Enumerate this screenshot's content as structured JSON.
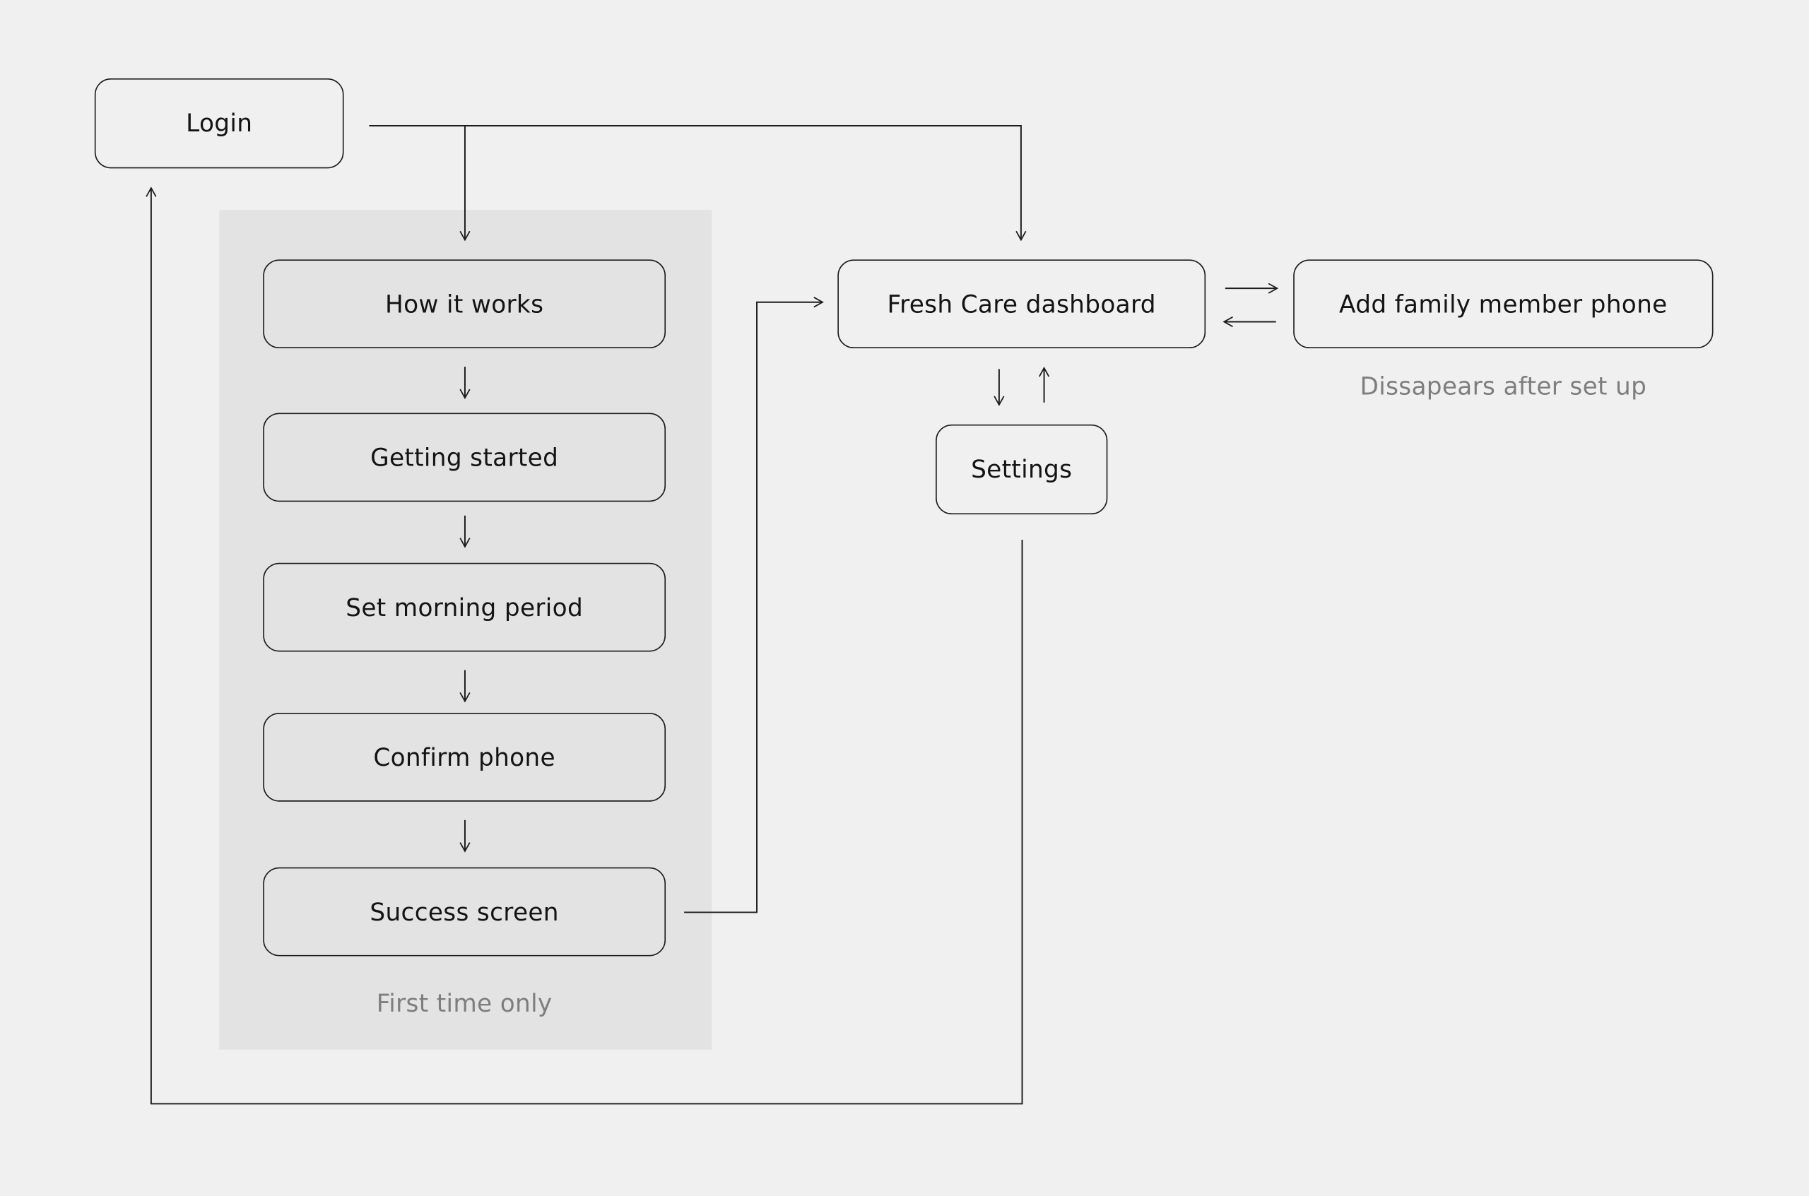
{
  "nodes": {
    "login": "Login",
    "how_it_works": "How it works",
    "getting_started": "Getting started",
    "set_morning_period": "Set morning period",
    "confirm_phone": "Confirm phone",
    "success_screen": "Success screen",
    "dashboard": "Fresh Care dashboard",
    "add_family_member_phone": "Add family member phone",
    "settings": "Settings"
  },
  "captions": {
    "first_time_only": "First time only",
    "dissapears_after_set_up": "Dissapears after set up"
  },
  "colors": {
    "background": "#f0f0f0",
    "group_background": "#e3e3e3",
    "stroke": "#1c1c1c",
    "caption_text": "#7e7e7e"
  }
}
